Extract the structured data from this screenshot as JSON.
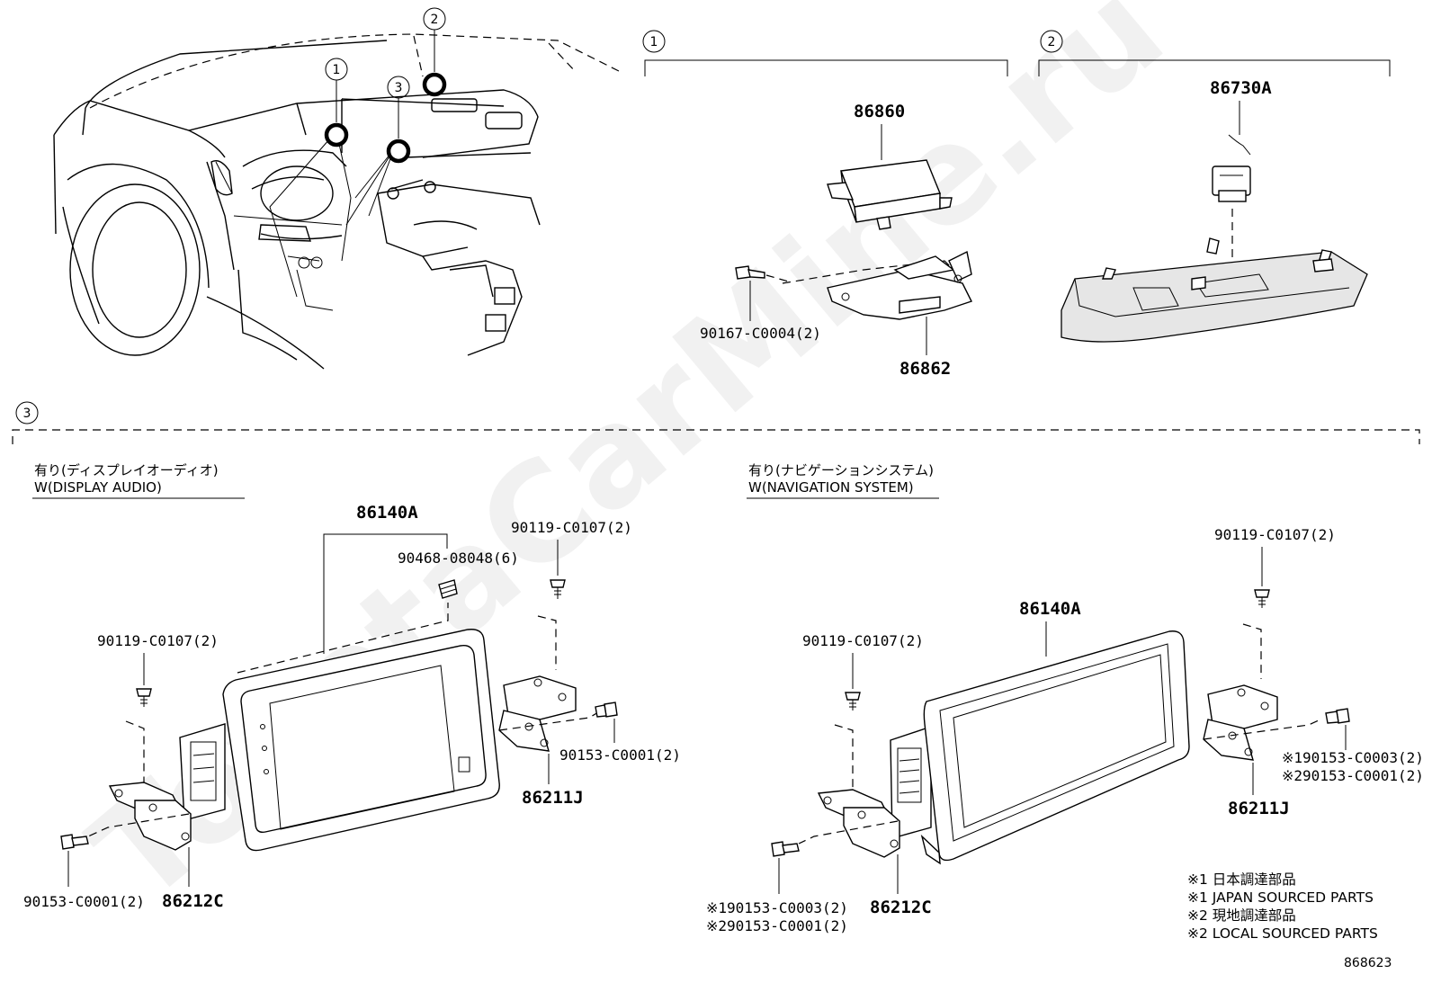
{
  "watermark": "ToyotaCarMine.ru",
  "callouts": {
    "c1": "1",
    "c2": "2",
    "c3": "3"
  },
  "section1": {
    "marker": "1",
    "parts": {
      "computer": "86860",
      "bracket": "86862",
      "bolt": "90167-C0004(2)"
    }
  },
  "section2": {
    "marker": "2",
    "parts": {
      "camera": "86730A"
    }
  },
  "section3": {
    "marker": "3",
    "left": {
      "caption_jp": "有り(ディスプレイオーディオ)",
      "caption_en": "W(DISPLAY AUDIO)",
      "parts": {
        "display": "86140A",
        "clip": "90468-08048(6)",
        "screw_top_right": "90119-C0107(2)",
        "screw_top_left": "90119-C0107(2)",
        "bolt_right": "90153-C0001(2)",
        "bracket_right": "86211J",
        "bolt_left": "90153-C0001(2)",
        "bracket_left": "86212C"
      }
    },
    "right": {
      "caption_jp": "有り(ナビゲーションシステム)",
      "caption_en": "W(NAVIGATION SYSTEM)",
      "parts": {
        "display": "86140A",
        "screw_top_right": "90119-C0107(2)",
        "screw_top_left": "90119-C0107(2)",
        "bolt_right_1": "※190153-C0003(2)",
        "bolt_right_2": "※290153-C0001(2)",
        "bracket_right": "86211J",
        "bolt_left_1": "※190153-C0003(2)",
        "bolt_left_2": "※290153-C0001(2)",
        "bracket_left": "86212C"
      }
    }
  },
  "legend": [
    "※1 日本調達部品",
    "※1 JAPAN SOURCED PARTS",
    "※2 現地調達部品",
    "※2 LOCAL SOURCED PARTS"
  ],
  "diagram_code": "868623"
}
